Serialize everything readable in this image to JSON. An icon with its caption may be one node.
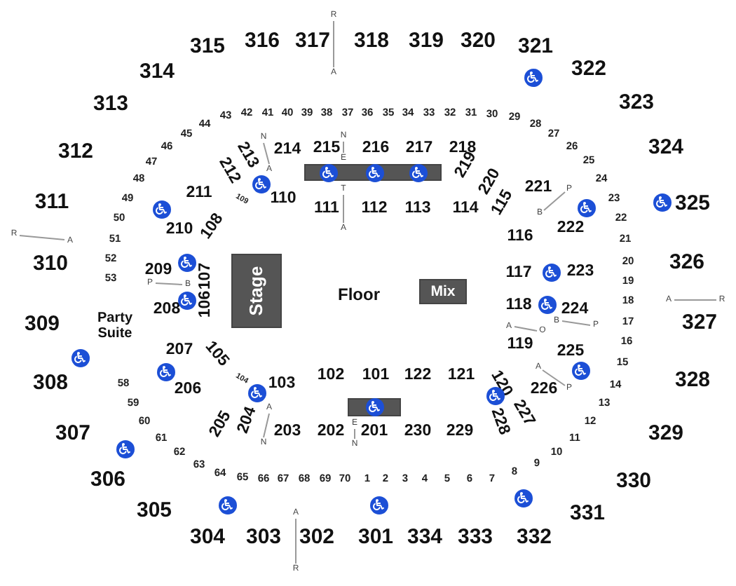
{
  "diagram": {
    "nodes": [
      {
        "text": [],
        "shape": "bar"
      },
      {
        "text": [
          "Stage"
        ]
      },
      {
        "text": [
          "Mix"
        ]
      },
      {
        "text": [],
        "shape": "bar"
      }
    ],
    "labels": [
      "R",
      "315",
      "316",
      "317",
      "318",
      "319",
      "320",
      "321",
      "314",
      "A",
      "322",
      "313",
      "42",
      "41",
      "40",
      "39",
      "38",
      "37",
      "36",
      "35",
      "34",
      "33",
      "32",
      "31",
      "30",
      "323",
      "43",
      "29",
      "45",
      "44",
      "N",
      "N",
      "28",
      "27",
      "312",
      "47",
      "46",
      "212",
      "213",
      "A",
      "214",
      "215",
      "E",
      "216",
      "217",
      "218",
      "219",
      "26",
      "25",
      "324",
      "311",
      "49",
      "48",
      "211",
      "109",
      "110",
      "111",
      "T",
      "112",
      "113",
      "114",
      "220",
      "115",
      "221",
      "P",
      "24",
      "23",
      "325",
      "R",
      "A",
      "51",
      "50",
      "210",
      "108",
      "A",
      "116",
      "B",
      "222",
      "22",
      "21",
      "310",
      "52",
      "53",
      "P",
      "209",
      "B",
      "107",
      "117",
      "223",
      "20",
      "19",
      "326",
      "309",
      "Party Suite",
      "208",
      "106",
      "Floor",
      "A",
      "118",
      "O",
      "B",
      "224",
      "P",
      "18",
      "17",
      "A",
      "327",
      "R",
      "207",
      "105",
      "119",
      "A",
      "225",
      "15",
      "16",
      "308",
      "58",
      "59",
      "206",
      "104",
      "A",
      "103",
      "102",
      "101",
      "122",
      "121",
      "120",
      "226",
      "P",
      "13",
      "14",
      "328",
      "307",
      "60",
      "61",
      "62",
      "205",
      "204",
      "N",
      "203",
      "202",
      "E",
      "N",
      "201",
      "230",
      "229",
      "228",
      "227",
      "10",
      "11",
      "12",
      "329",
      "306",
      "63",
      "64",
      "65",
      "66",
      "67",
      "68",
      "69",
      "70",
      "1",
      "2",
      "3",
      "4",
      "5",
      "6",
      "7",
      "8",
      "9",
      "330",
      "305",
      "A",
      "331",
      "304",
      "303",
      "302",
      "301",
      "334",
      "333",
      "332",
      "R"
    ]
  }
}
